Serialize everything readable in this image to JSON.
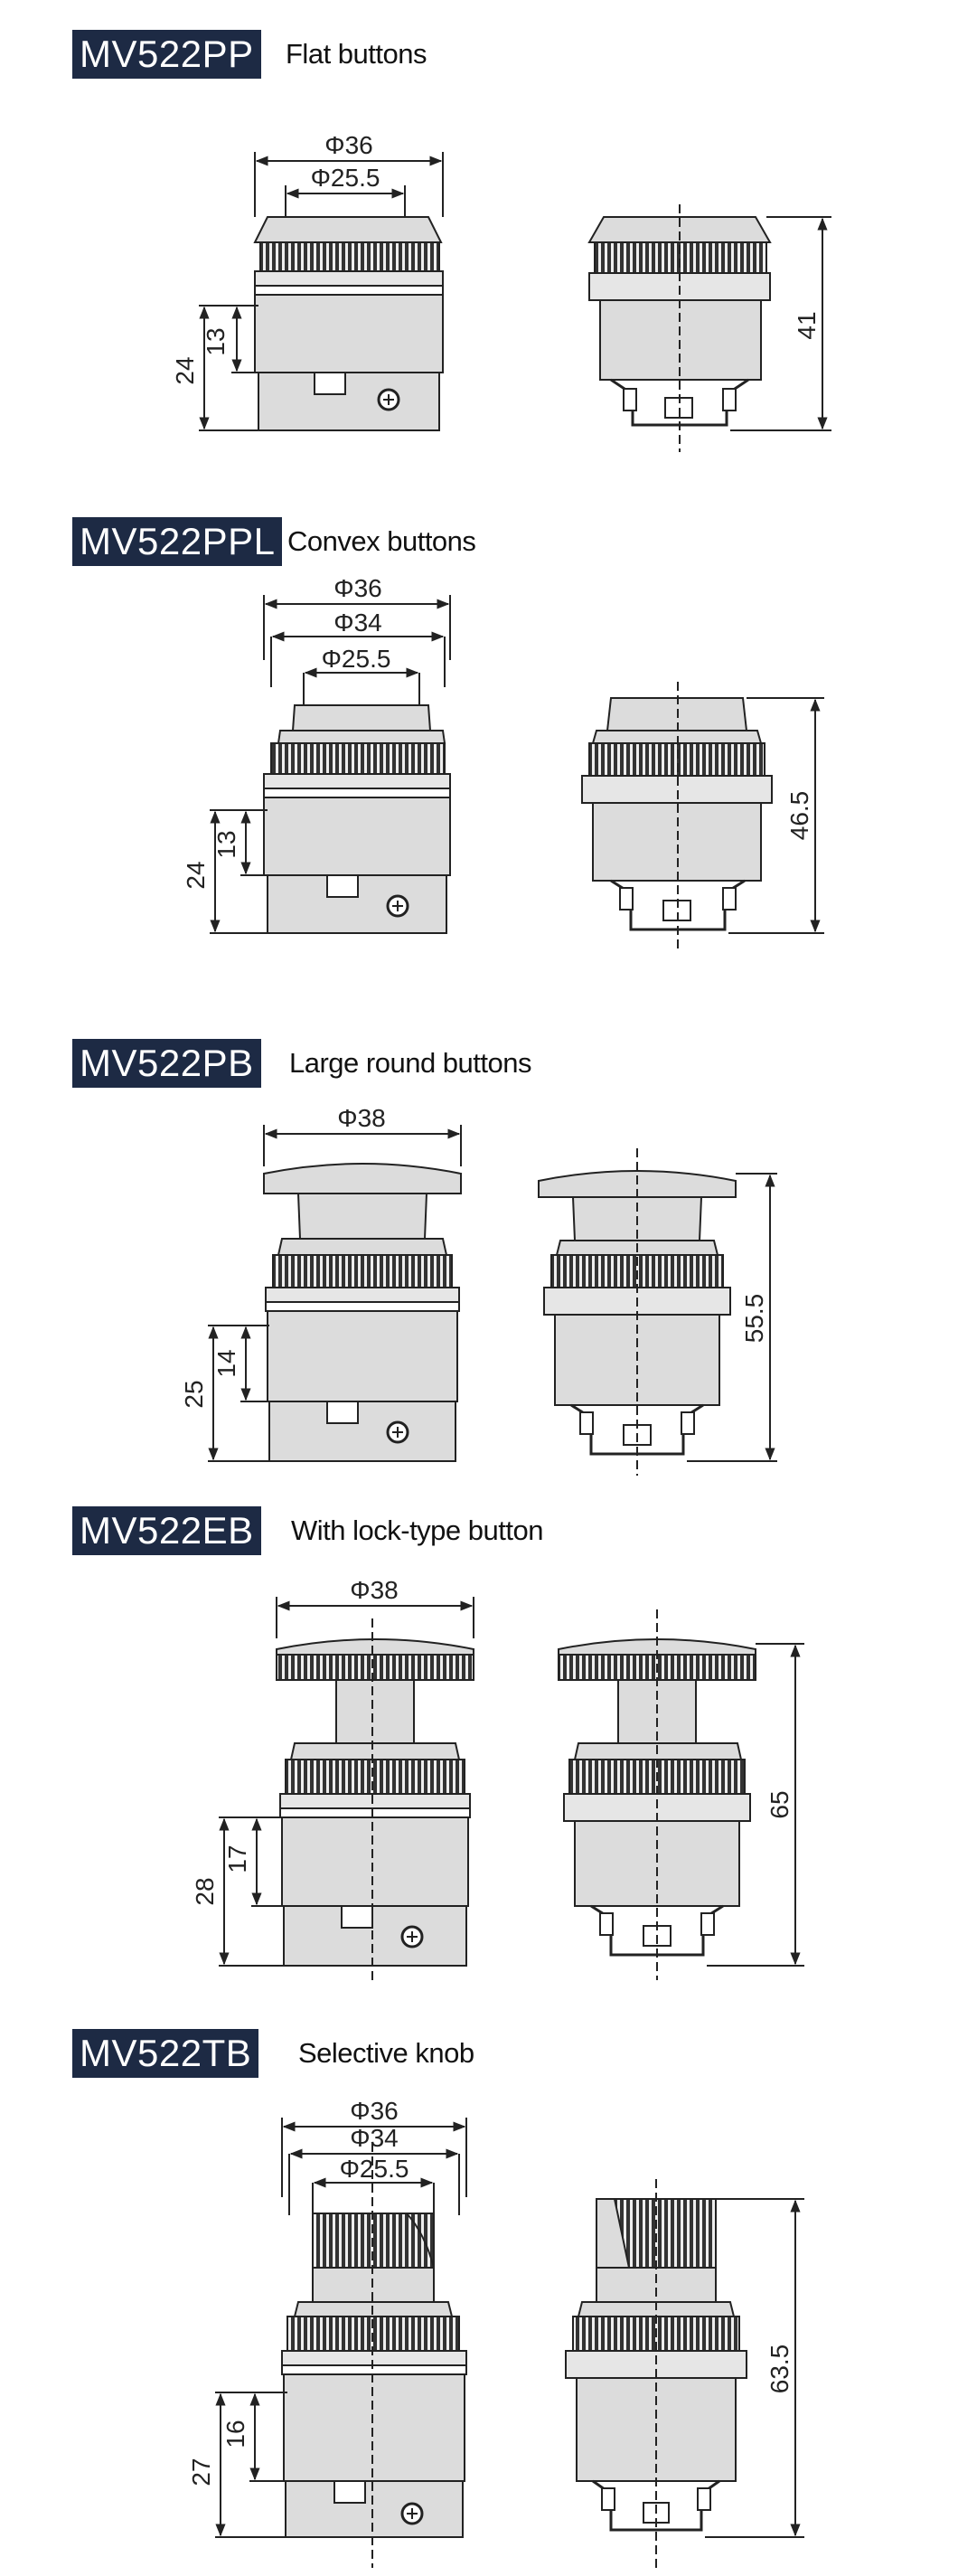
{
  "sections": [
    {
      "model": "MV522PP",
      "description": "Flat buttons",
      "dims": {
        "d1": "Φ36",
        "d2": "Φ25.5",
        "h_small": "13",
        "h_base": "24",
        "h_total": "41"
      }
    },
    {
      "model": "MV522PPL",
      "description": "Convex buttons",
      "dims": {
        "d1": "Φ36",
        "d2": "Φ34",
        "d3": "Φ25.5",
        "h_small": "13",
        "h_base": "24",
        "h_total": "46.5"
      }
    },
    {
      "model": "MV522PB",
      "description": "Large round buttons",
      "dims": {
        "d1": "Φ38",
        "h_small": "14",
        "h_base": "25",
        "h_total": "55.5"
      }
    },
    {
      "model": "MV522EB",
      "description": "With lock-type button",
      "dims": {
        "d1": "Φ38",
        "h_small": "17",
        "h_base": "28",
        "h_total": "65"
      }
    },
    {
      "model": "MV522TB",
      "description": "Selective knob",
      "dims": {
        "d1": "Φ36",
        "d2": "Φ34",
        "d3": "Φ25.5",
        "h_small": "16",
        "h_base": "27",
        "h_total": "63.5"
      }
    }
  ]
}
